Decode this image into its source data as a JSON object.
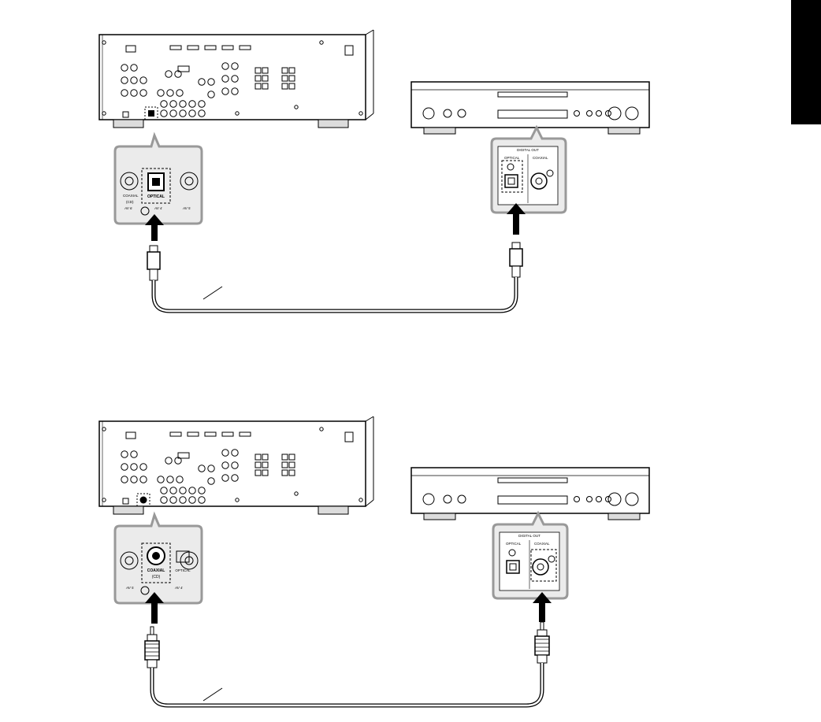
{
  "labels": {
    "digital_out": "DIGITAL OUT",
    "optical": "OPTICAL",
    "coaxial": "COAXIAL",
    "cd": "(CD)",
    "av4": "AV 4",
    "av5": "AV 5",
    "av6": "AV 6"
  },
  "colors": {
    "line": "#000000",
    "callout_border": "#999999",
    "callout_fill": "#ebebeb",
    "panel_fill": "#ffffff",
    "side_tab": "#000000"
  },
  "diagrams": [
    {
      "connection": "optical",
      "cable": "optical-cable"
    },
    {
      "connection": "coaxial",
      "cable": "coaxial-cable"
    }
  ]
}
